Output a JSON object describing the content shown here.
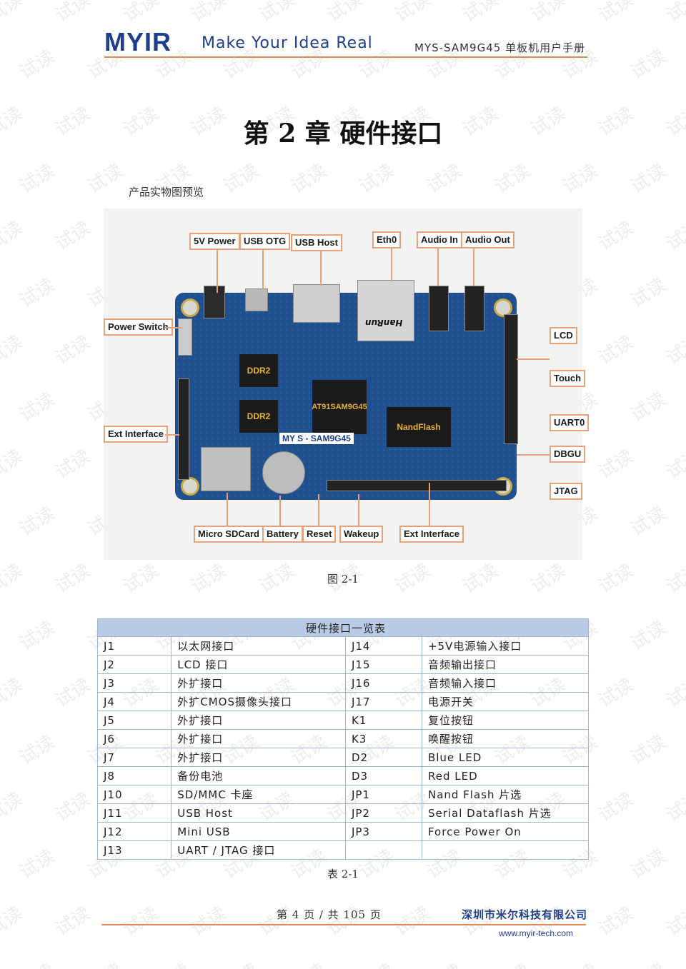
{
  "header": {
    "logo": "MYIR",
    "slogan": "Make Your Idea Real",
    "manual_title": "MYS-SAM9G45 单板机用户手册"
  },
  "chapter_title": "第 2 章  硬件接口",
  "section_subtitle": "产品实物图预览",
  "photo": {
    "labels": {
      "power_5v": "5V Power",
      "usb_otg": "USB OTG",
      "usb_host": "USB Host",
      "eth0": "Eth0",
      "audio_in": "Audio In",
      "audio_out": "Audio Out",
      "power_switch": "Power Switch",
      "ext_interface_left": "Ext Interface",
      "lcd": "LCD",
      "touch": "Touch",
      "uart0": "UART0",
      "dbgu": "DBGU",
      "jtag": "JTAG",
      "micro_sdcard": "Micro SDCard",
      "battery": "Battery",
      "reset": "Reset",
      "wakeup": "Wakeup",
      "ext_interface_bottom": "Ext Interface"
    },
    "board_text": {
      "ddr_top": "DDR2",
      "ddr_bottom": "DDR2",
      "cpu": "AT91SAM9G45",
      "nand": "NandFlash",
      "board_name": "MY S - SAM9G45",
      "eth_chip": "HanRun"
    }
  },
  "figure_caption": "图 2-1",
  "table": {
    "title": "硬件接口一览表",
    "rows": [
      [
        "J1",
        "以太网接口",
        "J14",
        "+5V电源输入接口"
      ],
      [
        "J2",
        "LCD 接口",
        "J15",
        "音频输出接口"
      ],
      [
        "J3",
        "外扩接口",
        "J16",
        "音频输入接口"
      ],
      [
        "J4",
        "外扩CMOS摄像头接口",
        "J17",
        "电源开关"
      ],
      [
        "J5",
        "外扩接口",
        "K1",
        "复位按钮"
      ],
      [
        "J6",
        "外扩接口",
        "K3",
        "唤醒按钮"
      ],
      [
        "J7",
        "外扩接口",
        "D2",
        "Blue   LED"
      ],
      [
        "J8",
        "备份电池",
        "D3",
        "Red   LED"
      ],
      [
        "J10",
        "SD/MMC 卡座",
        "JP1",
        "Nand Flash 片选"
      ],
      [
        "J11",
        "USB Host",
        "JP2",
        "Serial Dataflash 片选"
      ],
      [
        "J12",
        "Mini USB",
        "JP3",
        "Force Power On"
      ],
      [
        "J13",
        "UART / JTAG 接口",
        "",
        ""
      ]
    ]
  },
  "table_caption": "表 2-1",
  "footer": {
    "page": "第 4 页 / 共 105 页",
    "company": "深圳市米尔科技有限公司",
    "website": "www.myir-tech.com"
  },
  "watermark_text": "试读"
}
